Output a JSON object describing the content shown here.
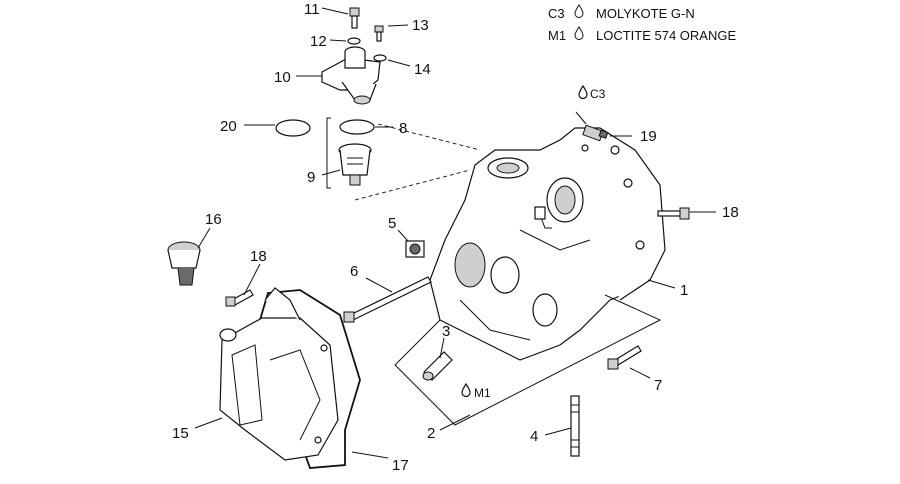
{
  "legend": [
    {
      "code": "C3",
      "label": "MOLYKOTE G-N",
      "icon": "drop-icon"
    },
    {
      "code": "M1",
      "label": "LOCTITE 574 ORANGE",
      "icon": "drop-icon"
    }
  ],
  "callouts": {
    "p1": "1",
    "p2": "2",
    "p3": "3",
    "p4": "4",
    "p5": "5",
    "p6": "6",
    "p7": "7",
    "p8": "8",
    "p9": "9",
    "p10": "10",
    "p11": "11",
    "p12": "12",
    "p13": "13",
    "p14": "14",
    "p15": "15",
    "p16": "16",
    "p17": "17",
    "p18a": "18",
    "p18b": "18",
    "p19": "19",
    "p20": "20"
  },
  "markers": {
    "c3": "C3",
    "m1": "M1"
  }
}
